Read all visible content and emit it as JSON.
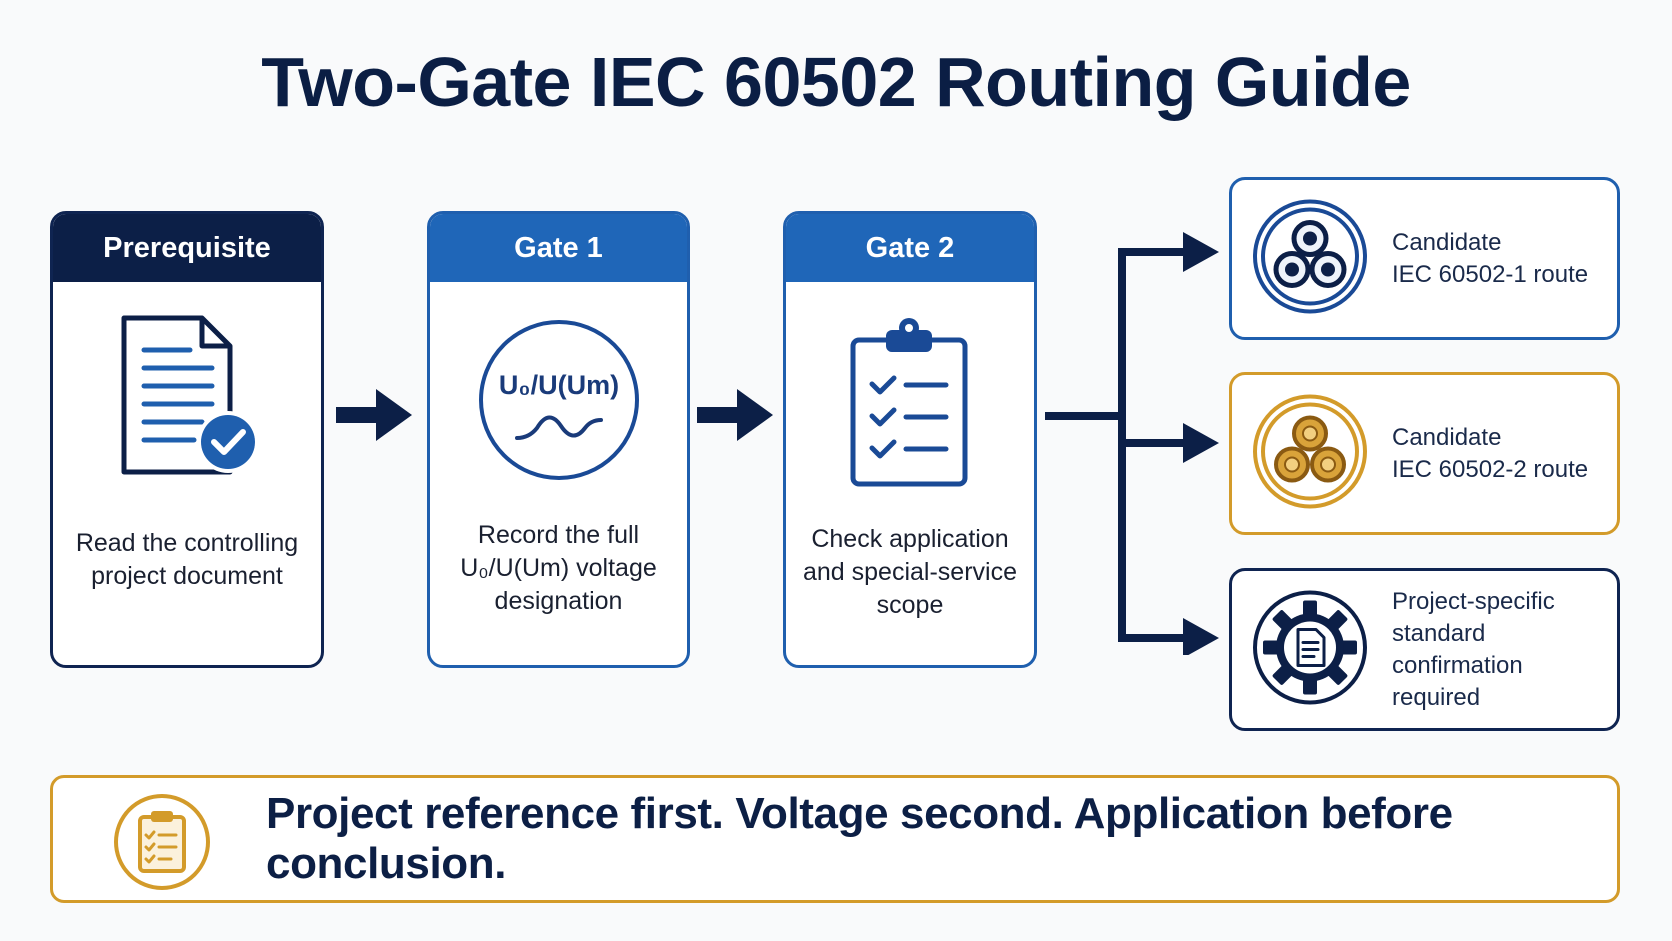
{
  "title": "Two-Gate IEC 60502 Routing Guide",
  "colors": {
    "navy": "#0c1f47",
    "blue": "#1f66b8",
    "gold": "#d39b2a"
  },
  "steps": [
    {
      "header": "Prerequisite",
      "icon": "document-check-icon",
      "lines": [
        "Read the controlling",
        "project document"
      ]
    },
    {
      "header": "Gate 1",
      "icon": "voltage-icon",
      "icon_label": "U₀/U(Um)",
      "lines": [
        "Record the full",
        "U₀/U(Um) voltage",
        "designation"
      ]
    },
    {
      "header": "Gate 2",
      "icon": "checklist-clipboard-icon",
      "lines": [
        "Check application",
        "and special-service",
        "scope"
      ]
    }
  ],
  "routes": [
    {
      "icon": "cable-core-icon",
      "lines": [
        "Candidate",
        "IEC 60502-1 route"
      ]
    },
    {
      "icon": "cable-core-icon",
      "lines": [
        "Candidate",
        "IEC 60502-2 route"
      ]
    },
    {
      "icon": "gear-document-icon",
      "lines": [
        "Project-specific",
        "standard confirmation",
        "required"
      ]
    }
  ],
  "footer": {
    "icon": "clipboard-checklist-icon",
    "text": "Project reference first. Voltage second. Application before conclusion."
  }
}
